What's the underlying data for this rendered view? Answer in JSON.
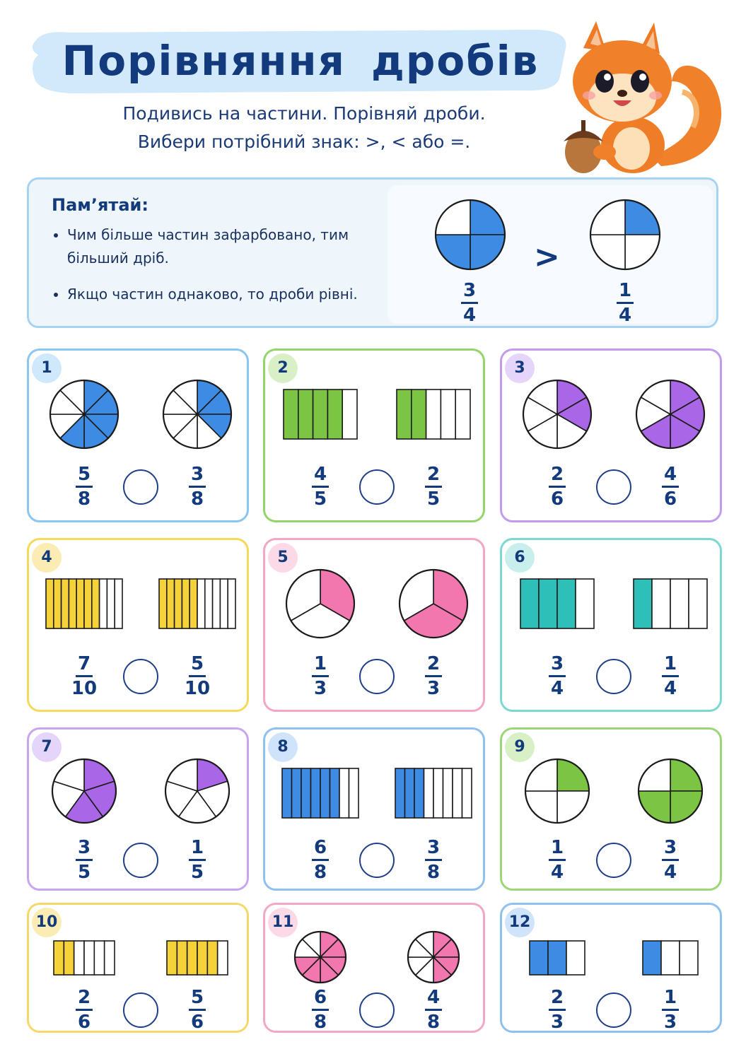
{
  "title": "Порівняння  дробів",
  "subtitle_line1": "Подивись на частини. Порівняй дроби.",
  "subtitle_line2": "Вибери потрібний знак: >, < або =.",
  "remember": {
    "heading": "Пам’ятай:",
    "rule1": "Чим більше частин зафарбовано, тим більший дріб.",
    "rule2": "Якщо частин однаково, то дроби рівні.",
    "example": {
      "sign": ">",
      "left": {
        "num": "3",
        "den": "4"
      },
      "right": {
        "num": "1",
        "den": "4"
      }
    }
  },
  "colors": {
    "blue": "#3d8be3",
    "green": "#7cc444",
    "purple": "#a966e6",
    "yellow": "#f6d23a",
    "pink": "#f277ae",
    "teal": "#2fbfb9",
    "title_band": "#d2e9fb"
  },
  "tasks": [
    {
      "number": "1",
      "shape": "circle",
      "color": "blue",
      "left": {
        "num": "5",
        "den": "8"
      },
      "right": {
        "num": "3",
        "den": "8"
      }
    },
    {
      "number": "2",
      "shape": "bar",
      "color": "green",
      "left": {
        "num": "4",
        "den": "5"
      },
      "right": {
        "num": "2",
        "den": "5"
      }
    },
    {
      "number": "3",
      "shape": "circle",
      "color": "purple",
      "left": {
        "num": "2",
        "den": "6"
      },
      "right": {
        "num": "4",
        "den": "6"
      }
    },
    {
      "number": "4",
      "shape": "bar",
      "color": "yellow",
      "left": {
        "num": "7",
        "den": "10"
      },
      "right": {
        "num": "5",
        "den": "10"
      }
    },
    {
      "number": "5",
      "shape": "circle",
      "color": "pink",
      "left": {
        "num": "1",
        "den": "3"
      },
      "right": {
        "num": "2",
        "den": "3"
      }
    },
    {
      "number": "6",
      "shape": "bar",
      "color": "teal",
      "left": {
        "num": "3",
        "den": "4"
      },
      "right": {
        "num": "1",
        "den": "4"
      }
    },
    {
      "number": "7",
      "shape": "circle",
      "color": "purple",
      "left": {
        "num": "3",
        "den": "5"
      },
      "right": {
        "num": "1",
        "den": "5"
      }
    },
    {
      "number": "8",
      "shape": "bar",
      "color": "blue",
      "left": {
        "num": "6",
        "den": "8"
      },
      "right": {
        "num": "3",
        "den": "8"
      }
    },
    {
      "number": "9",
      "shape": "circle",
      "color": "green",
      "left": {
        "num": "1",
        "den": "4"
      },
      "right": {
        "num": "3",
        "den": "4"
      }
    },
    {
      "number": "10",
      "shape": "bar",
      "color": "yellow",
      "left": {
        "num": "2",
        "den": "6"
      },
      "right": {
        "num": "5",
        "den": "6"
      }
    },
    {
      "number": "11",
      "shape": "circle",
      "color": "pink",
      "left": {
        "num": "6",
        "den": "8"
      },
      "right": {
        "num": "4",
        "den": "8"
      }
    },
    {
      "number": "12",
      "shape": "bar",
      "color": "blue",
      "left": {
        "num": "2",
        "den": "3"
      },
      "right": {
        "num": "1",
        "den": "3"
      }
    }
  ]
}
